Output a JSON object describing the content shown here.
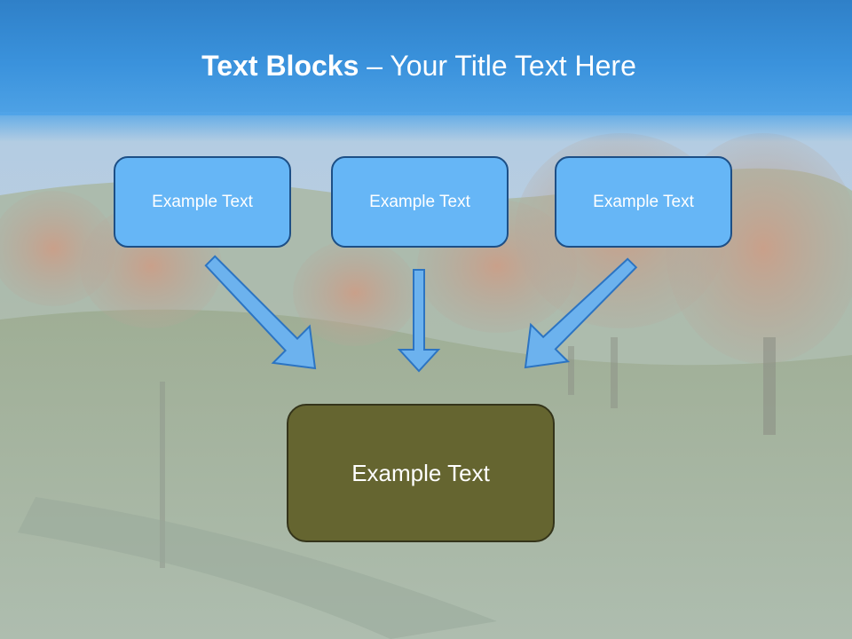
{
  "title": {
    "bold": "Text Blocks",
    "separator": " – ",
    "rest": "Your Title Text Here"
  },
  "blocks": {
    "top": [
      "Example Text",
      "Example Text",
      "Example Text"
    ],
    "bottom": "Example Text"
  },
  "colors": {
    "title_band": "#3a92dc",
    "top_box_fill": "#66b6f6",
    "top_box_border": "#1d4f86",
    "bottom_box_fill": "#656530",
    "arrow_fill": "#6cb2ee",
    "arrow_stroke": "#2c74c2"
  }
}
